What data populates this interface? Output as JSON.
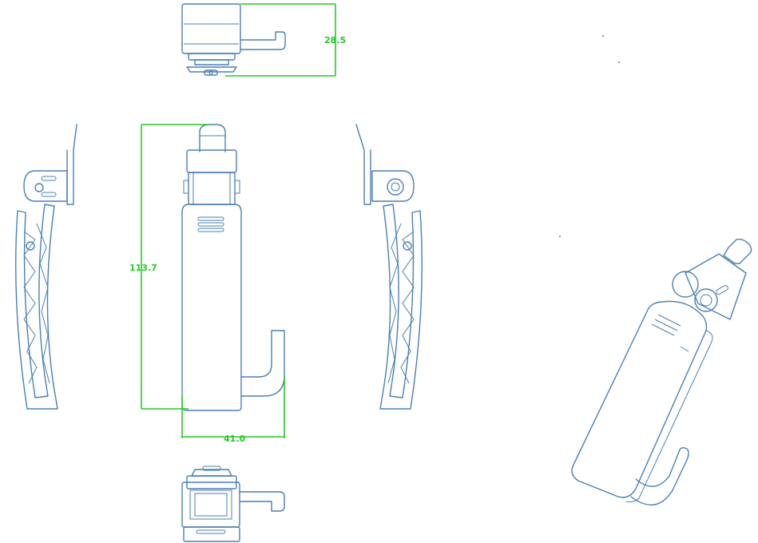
{
  "dimensions": {
    "depth": "28.5",
    "height": "113.7",
    "width": "41.0"
  },
  "colors": {
    "part_stroke": "#4a7fb5",
    "dimension_color": "#22cc22",
    "background": "#ffffff"
  }
}
